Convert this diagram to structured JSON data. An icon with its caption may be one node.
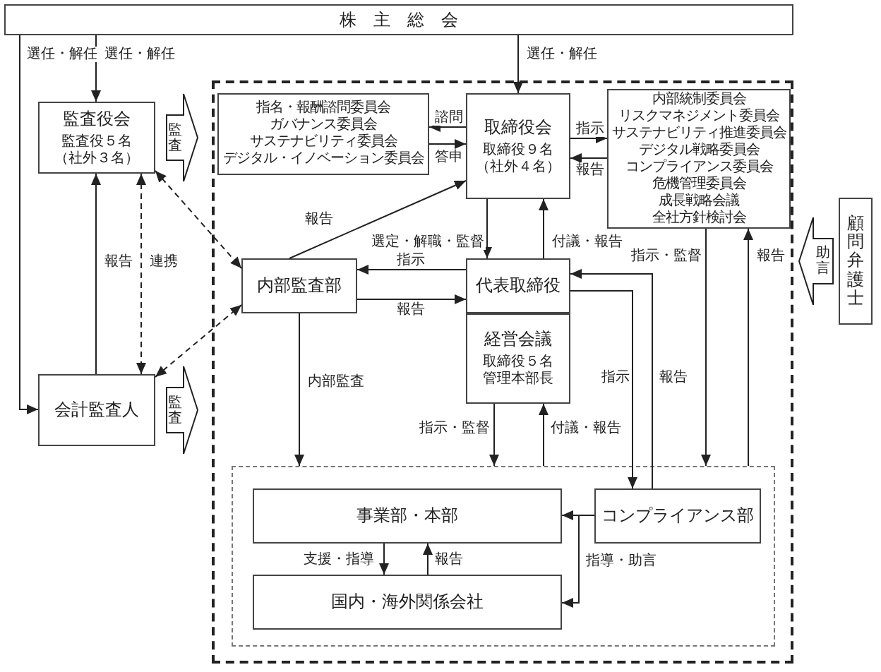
{
  "diagram": {
    "nodes": [
      {
        "text": [
          "株主総会"
        ]
      },
      {
        "text": [
          "監査役会",
          "監査役５名",
          "（社外３名）"
        ]
      },
      {
        "text": [
          "会計監査人"
        ]
      },
      {
        "text": [],
        "shape": "box"
      },
      {
        "text": [
          "指名・報酬諮問委員会",
          "ガバナンス委員会",
          "サステナビリティ委員会",
          "デジタル・イノベーション委員会"
        ],
        "in": 3
      },
      {
        "text": [
          "取締役会",
          "取締役９名",
          "（社外４名）"
        ],
        "in": 3
      },
      {
        "text": [
          "内部統制委員会",
          "リスクマネジメント委員会",
          "サステナビリティ推進委員会",
          "デジタル戦略委員会",
          "コンプライアンス委員会",
          "危機管理委員会",
          "成長戦略会議",
          "全社方針検討会"
        ],
        "in": 3
      },
      {
        "text": [
          "内部監査部"
        ],
        "in": 3
      },
      {
        "text": [
          "代表取締役"
        ],
        "in": 3
      },
      {
        "text": [
          "経営会議",
          "取締役５名",
          "管理本部長"
        ],
        "in": 3
      },
      {
        "text": [],
        "shape": "box",
        "in": 3
      },
      {
        "text": [
          "事業部・本部"
        ],
        "in": 10
      },
      {
        "text": [
          "国内・海外関係会社"
        ],
        "in": 10
      },
      {
        "text": [
          "コンプライアンス部"
        ],
        "in": 10
      },
      {
        "text": [
          "顧問弁護士"
        ]
      }
    ],
    "edges": [
      {
        "from": 0,
        "to": 1,
        "arrow": "to",
        "label": "選任・解任"
      },
      {
        "from": 0,
        "to": 2,
        "arrow": "to",
        "label": "選任・解任"
      },
      {
        "from": 0,
        "to": 5,
        "arrow": "to",
        "label": "選任・解任"
      },
      {
        "from": 2,
        "to": 1,
        "arrow": "to",
        "label": "報告"
      },
      {
        "from": 1,
        "to": 2,
        "arrow": "both",
        "label": "連携",
        "style": "dashed"
      },
      {
        "from": 1,
        "to": 7,
        "arrow": "both",
        "style": "dashed"
      },
      {
        "from": 2,
        "to": 7,
        "arrow": "both",
        "style": "dashed"
      },
      {
        "from": 1,
        "to": 3,
        "arrow": "to",
        "label": "監査",
        "style": "thick"
      },
      {
        "from": 2,
        "to": 3,
        "arrow": "to",
        "label": "監査",
        "style": "thick"
      },
      {
        "from": 5,
        "to": 4,
        "arrow": "to",
        "label": "諮問"
      },
      {
        "from": 4,
        "to": 5,
        "arrow": "to",
        "label": "答申"
      },
      {
        "from": 7,
        "to": 5,
        "arrow": "to",
        "label": "報告"
      },
      {
        "from": 5,
        "to": 6,
        "arrow": "to",
        "label": "指示"
      },
      {
        "from": 6,
        "to": 5,
        "arrow": "to",
        "label": "報告"
      },
      {
        "from": 5,
        "to": 8,
        "arrow": "to",
        "label": "選定・解職・監督"
      },
      {
        "from": 8,
        "to": 5,
        "arrow": "to",
        "label": "付議・報告"
      },
      {
        "from": 8,
        "to": 7,
        "arrow": "to",
        "label": "指示"
      },
      {
        "from": 7,
        "to": 8,
        "arrow": "to",
        "label": "報告"
      },
      {
        "from": 8,
        "to": 13,
        "arrow": "to",
        "label": "指示"
      },
      {
        "from": 13,
        "to": 8,
        "arrow": "to",
        "label": "報告"
      },
      {
        "from": 6,
        "to": 10,
        "arrow": "to",
        "label": "指示・監督"
      },
      {
        "from": 10,
        "to": 6,
        "arrow": "to",
        "label": "報告"
      },
      {
        "from": 7,
        "to": 10,
        "arrow": "to",
        "label": "内部監査"
      },
      {
        "from": 9,
        "to": 10,
        "arrow": "to",
        "label": "指示・監督"
      },
      {
        "from": 10,
        "to": 9,
        "arrow": "to",
        "label": "付議・報告"
      },
      {
        "from": 11,
        "to": 12,
        "arrow": "to",
        "label": "支援・指導"
      },
      {
        "from": 12,
        "to": 11,
        "arrow": "to",
        "label": "報告"
      },
      {
        "from": 13,
        "to": 11,
        "arrow": "to"
      },
      {
        "from": 13,
        "to": 12,
        "arrow": "to",
        "label": "指導・助言"
      },
      {
        "from": 14,
        "to": 3,
        "arrow": "to",
        "label": "助言",
        "style": "thick"
      }
    ]
  }
}
